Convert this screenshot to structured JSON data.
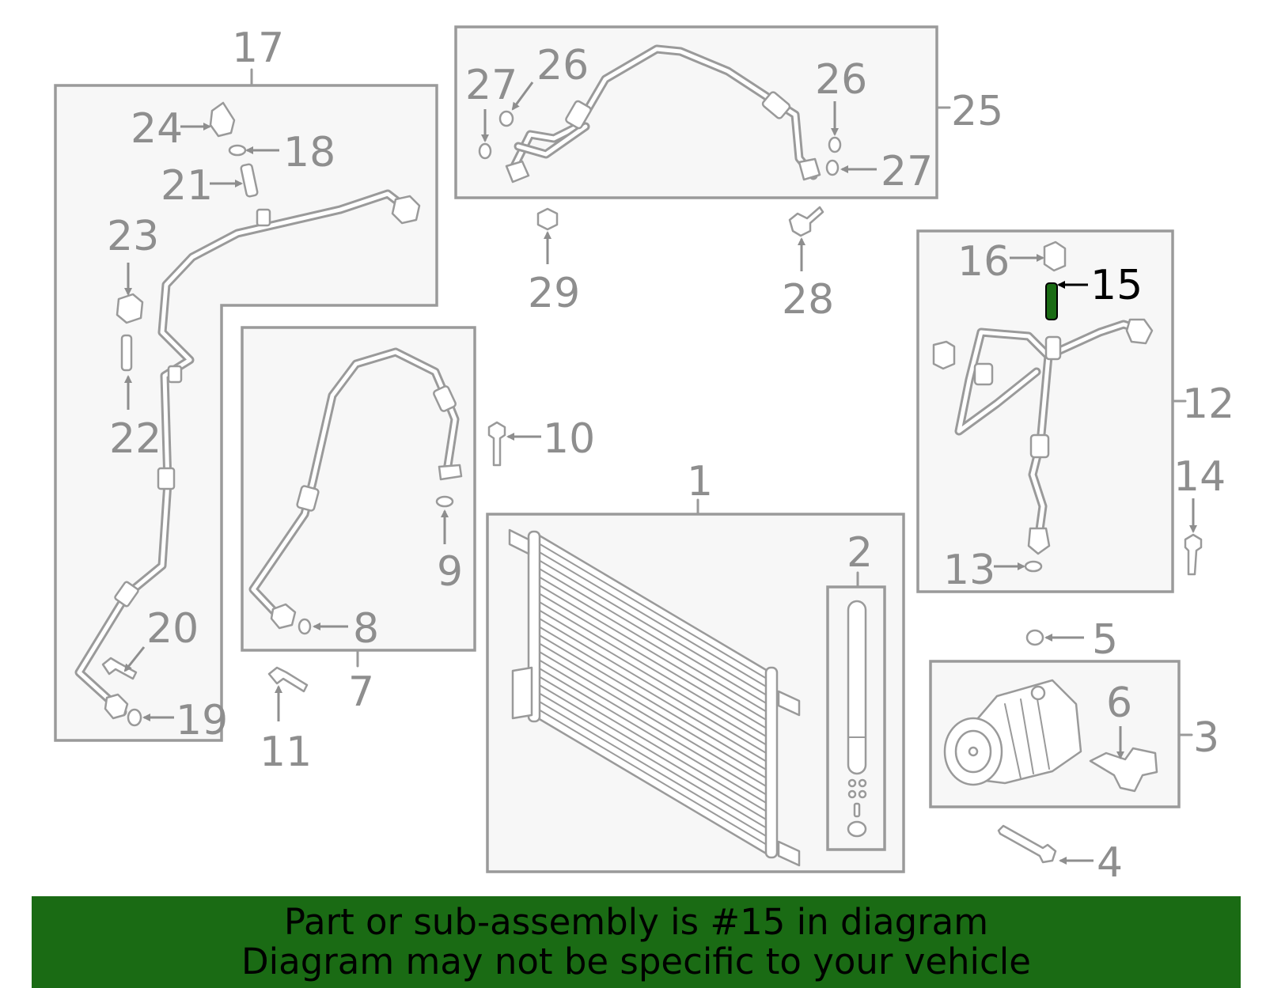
{
  "callouts": {
    "c1": "1",
    "c2": "2",
    "c3": "3",
    "c4": "4",
    "c5": "5",
    "c6": "6",
    "c7": "7",
    "c8": "8",
    "c9": "9",
    "c10": "10",
    "c11": "11",
    "c12": "12",
    "c13": "13",
    "c14": "14",
    "c15": "15",
    "c16": "16",
    "c17": "17",
    "c18": "18",
    "c19": "19",
    "c20": "20",
    "c21": "21",
    "c22": "22",
    "c23": "23",
    "c24": "24",
    "c25": "25",
    "c26a": "26",
    "c26b": "26",
    "c27a": "27",
    "c27b": "27",
    "c28": "28",
    "c29": "29"
  },
  "highlight": {
    "part_number": "15",
    "color": "#1a6b14"
  },
  "banner": {
    "line1": "Part or sub-assembly is #15 in diagram",
    "line2": "Diagram may not be specific to your vehicle",
    "background": "#1a6b14"
  }
}
